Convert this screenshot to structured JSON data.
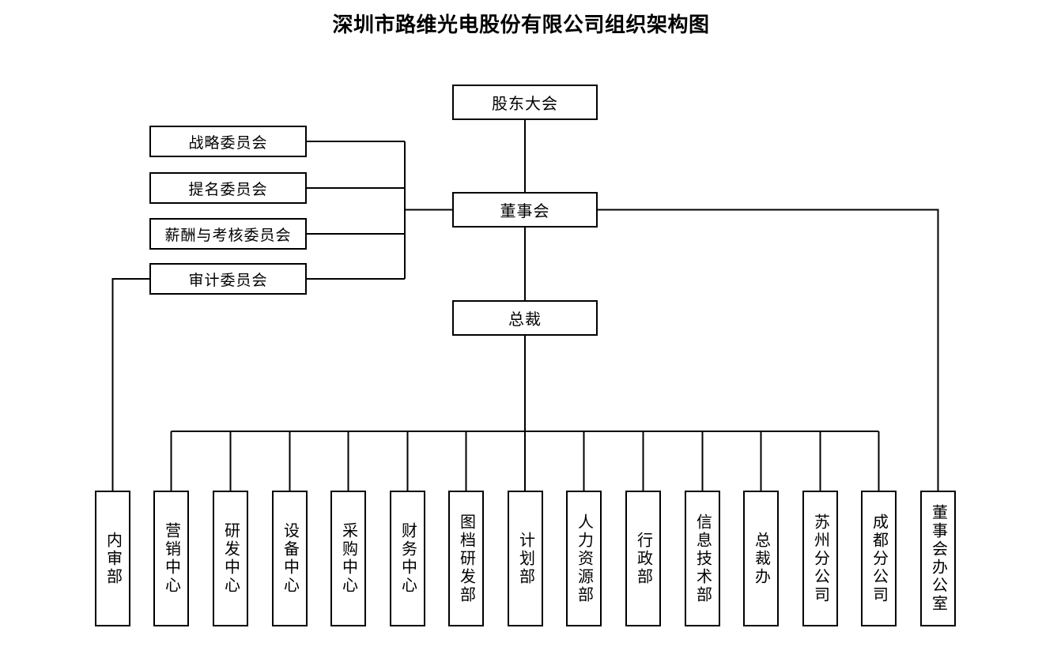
{
  "title": "深圳市路维光电股份有限公司组织架构图",
  "colors": {
    "line": "#000000",
    "text": "#000000",
    "background": "#ffffff"
  },
  "nodes": {
    "shareholders_meeting": {
      "label": "股东大会"
    },
    "board": {
      "label": "董事会"
    },
    "president": {
      "label": "总裁"
    },
    "committees": [
      {
        "label": "战略委员会"
      },
      {
        "label": "提名委员会"
      },
      {
        "label": "薪酬与考核委员会"
      },
      {
        "label": "审计委员会"
      }
    ],
    "departments": [
      {
        "label": "内审部"
      },
      {
        "label": "营销中心"
      },
      {
        "label": "研发中心"
      },
      {
        "label": "设备中心"
      },
      {
        "label": "采购中心"
      },
      {
        "label": "财务中心"
      },
      {
        "label": "图档研发部"
      },
      {
        "label": "计划部"
      },
      {
        "label": "人力资源部"
      },
      {
        "label": "行政部"
      },
      {
        "label": "信息技术部"
      },
      {
        "label": "总裁办"
      },
      {
        "label": "苏州分公司"
      },
      {
        "label": "成都分公司"
      },
      {
        "label": "董事会办公室"
      }
    ]
  },
  "edges": [
    [
      "股东大会",
      "董事会"
    ],
    [
      "董事会",
      "战略委员会"
    ],
    [
      "董事会",
      "提名委员会"
    ],
    [
      "董事会",
      "薪酬与考核委员会"
    ],
    [
      "董事会",
      "审计委员会"
    ],
    [
      "董事会",
      "董事会办公室"
    ],
    [
      "董事会",
      "总裁"
    ],
    [
      "审计委员会",
      "内审部"
    ],
    [
      "总裁",
      "营销中心"
    ],
    [
      "总裁",
      "研发中心"
    ],
    [
      "总裁",
      "设备中心"
    ],
    [
      "总裁",
      "采购中心"
    ],
    [
      "总裁",
      "财务中心"
    ],
    [
      "总裁",
      "图档研发部"
    ],
    [
      "总裁",
      "计划部"
    ],
    [
      "总裁",
      "人力资源部"
    ],
    [
      "总裁",
      "行政部"
    ],
    [
      "总裁",
      "信息技术部"
    ],
    [
      "总裁",
      "总裁办"
    ],
    [
      "总裁",
      "苏州分公司"
    ],
    [
      "总裁",
      "成都分公司"
    ]
  ]
}
